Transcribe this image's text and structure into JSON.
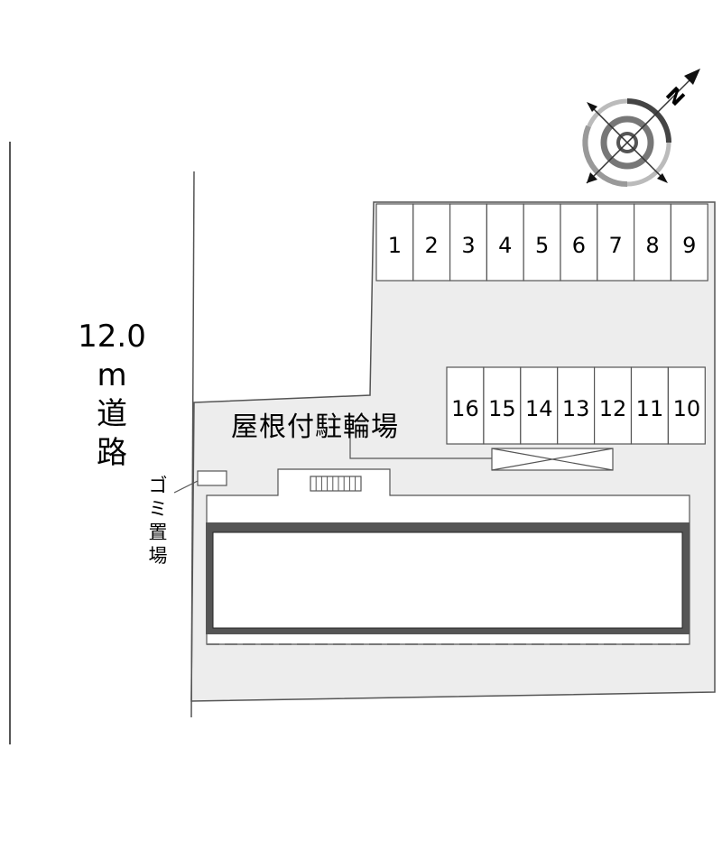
{
  "road": {
    "width_label": "12.0",
    "unit_label": "m",
    "name_char1": "道",
    "name_char2": "路"
  },
  "bicycle_parking": {
    "label": "屋根付駐輪場"
  },
  "garbage": {
    "char1": "ゴ",
    "char2": "ミ",
    "char3": "置",
    "char4": "場"
  },
  "compass": {
    "north_label": "N"
  },
  "parking_row_top": [
    "1",
    "2",
    "3",
    "4",
    "5",
    "6",
    "7",
    "8",
    "9"
  ],
  "parking_row_middle": [
    "16",
    "15",
    "14",
    "13",
    "12",
    "11",
    "10"
  ],
  "colors": {
    "lot_fill": "#ededed",
    "outline": "#555555",
    "building_border": "#333333",
    "compass_ring": "#888888"
  }
}
